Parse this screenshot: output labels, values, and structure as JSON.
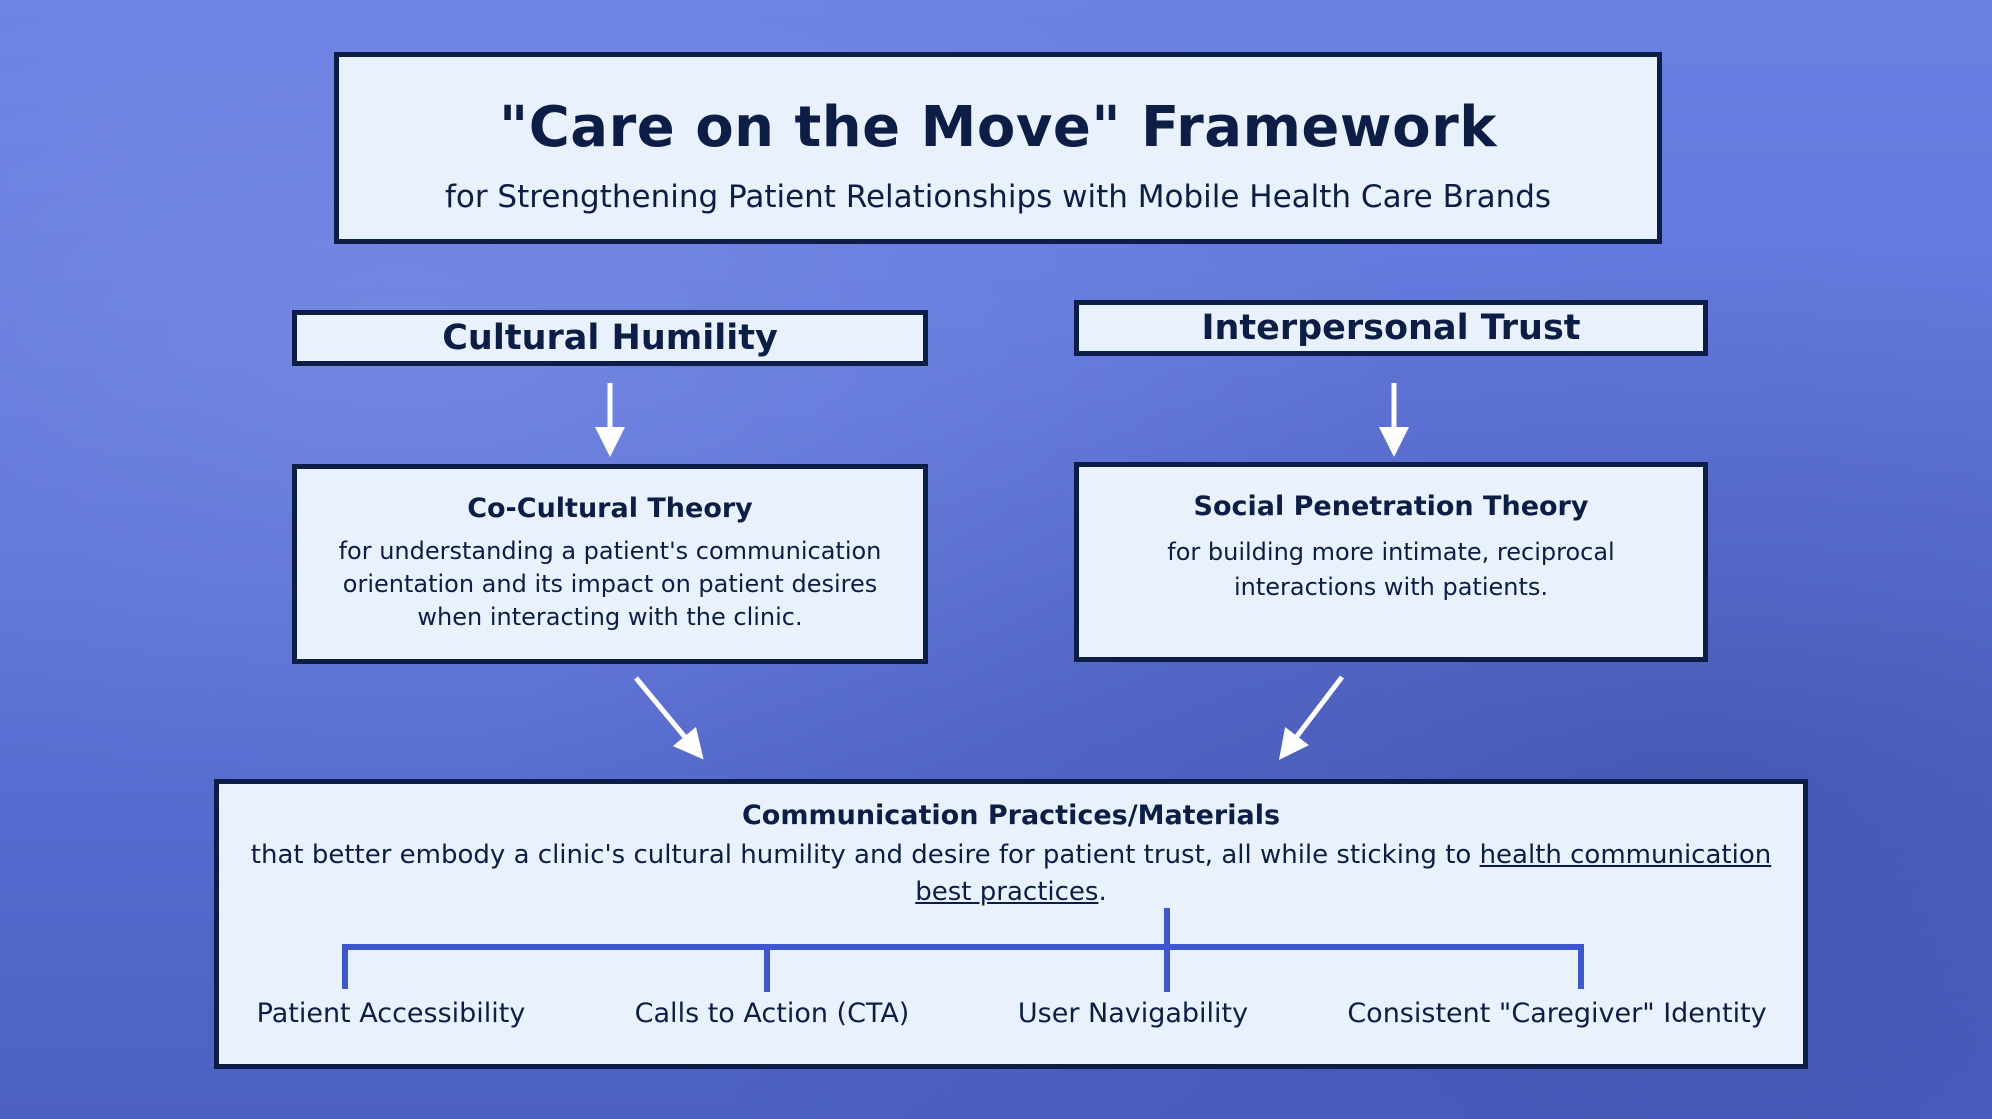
{
  "header": {
    "title": "\"Care on the Move\" Framework",
    "subtitle": "for Strengthening Patient Relationships with Mobile Health Care Brands"
  },
  "left": {
    "label": "Cultural Humility",
    "theory_title": "Co-Cultural Theory",
    "theory_desc": "for understanding a patient's communication orientation and its impact on patient desires when interacting with the clinic."
  },
  "right": {
    "label": "Interpersonal Trust",
    "theory_title": "Social Penetration Theory",
    "theory_desc": "for building more intimate, reciprocal interactions with patients."
  },
  "communication": {
    "title": "Communication Practices/Materials",
    "desc_part1": "that better embody a clinic's cultural humility and desire for patient trust, all while sticking to ",
    "desc_link": "health communication best practices",
    "desc_end": ".",
    "practices": [
      "Patient Accessibility",
      "Calls to Action (CTA)",
      "User Navigability",
      "Consistent \"Caregiver\" Identity"
    ]
  },
  "colors": {
    "background": "#6478de",
    "box_fill": "#e9f1fc",
    "border": "#0c1e45",
    "connector": "#3f56d1",
    "arrow": "#ffffff"
  }
}
